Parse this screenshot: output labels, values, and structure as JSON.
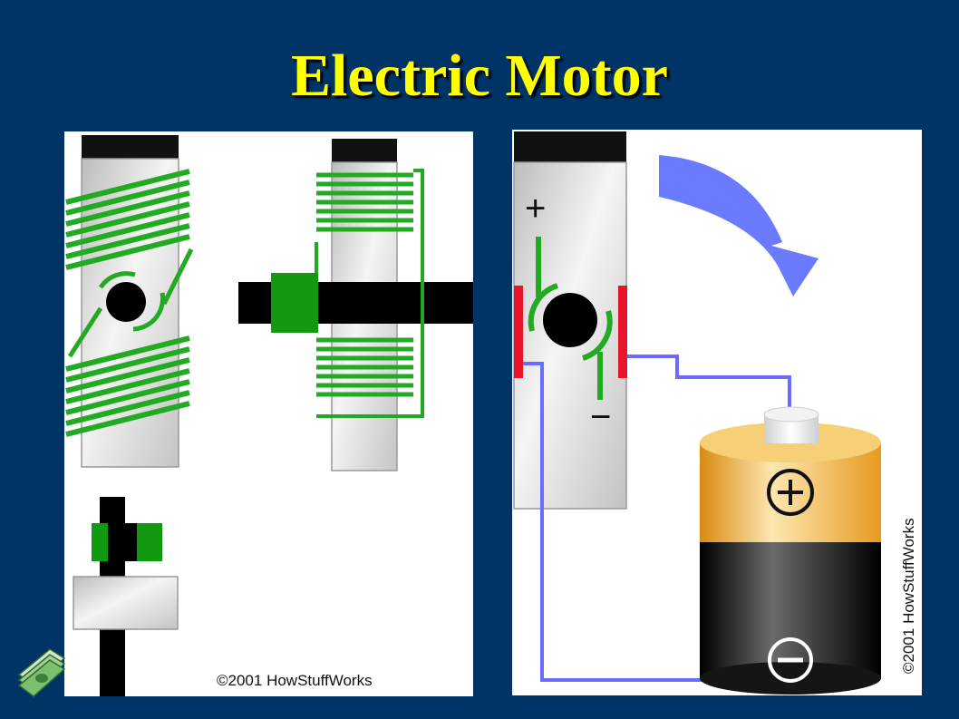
{
  "slide": {
    "title": "Electric Motor",
    "background_color": "#003366",
    "title_color": "#ffff00"
  },
  "left_panel": {
    "credit": "©2001 HowStuffWorks"
  },
  "right_panel": {
    "plus_sign": "+",
    "minus_sign": "−",
    "credit": "©2001 HowStuffWorks"
  },
  "colors": {
    "armature_steel": "#d8d8d8",
    "coil_green": "#22aa22",
    "brush_red": "#e8142a",
    "wire_blue": "#6b6bff",
    "arrow_blue": "#6b7bff",
    "battery_gold": "#f4b03a",
    "battery_black": "#111111"
  },
  "icons": [
    "money-stack-icon",
    "rotation-arrow-icon",
    "battery-icon",
    "plus-icon",
    "minus-icon"
  ]
}
